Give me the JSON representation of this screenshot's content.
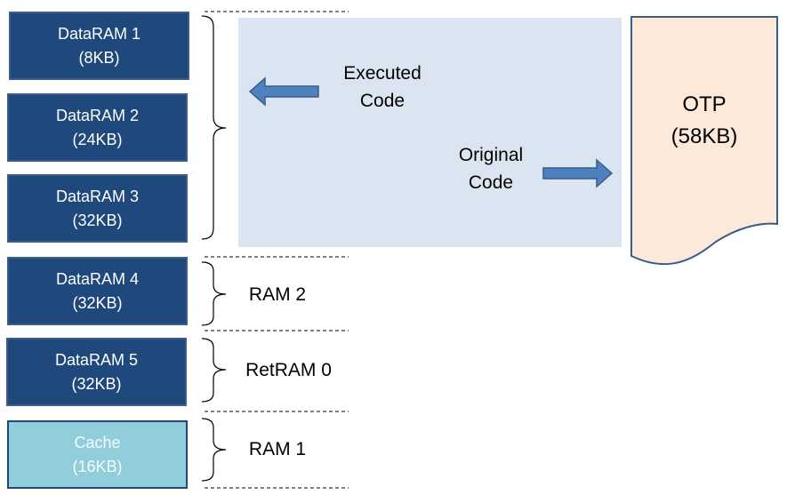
{
  "blocks": [
    {
      "name": "DataRAM 1",
      "size": "(8KB)"
    },
    {
      "name": "DataRAM 2",
      "size": "(24KB)"
    },
    {
      "name": "DataRAM 3",
      "size": "(32KB)"
    },
    {
      "name": "DataRAM 4",
      "size": "(32KB)"
    },
    {
      "name": "DataRAM 5",
      "size": "(32KB)"
    },
    {
      "name": "Cache",
      "size": "(16KB)"
    }
  ],
  "groups": {
    "ram2": "RAM 2",
    "retram0": "RetRAM 0",
    "ram1": "RAM 1"
  },
  "executed_code": {
    "line1": "Executed",
    "line2": "Code"
  },
  "original_code": {
    "line1": "Original",
    "line2": "Code"
  },
  "otp": {
    "name": "OTP",
    "size": "(58KB)"
  },
  "colors": {
    "ram_block": "#1f497d",
    "cache_block": "#92cddc",
    "code_region": "#dbe5f1",
    "otp_fill": "#fde9d9",
    "arrow": "#4f81bd"
  }
}
